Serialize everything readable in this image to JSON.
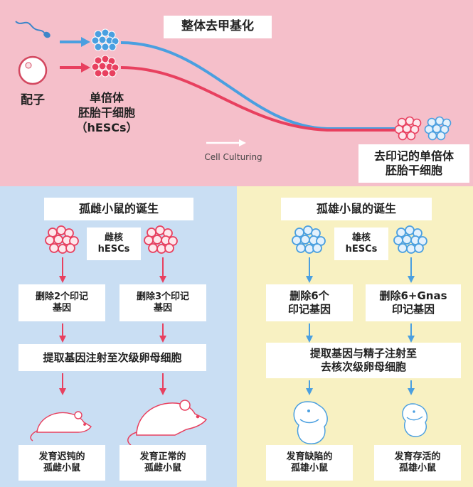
{
  "top": {
    "title": "整体去甲基化",
    "gamete": "配子",
    "hesc_line1": "单倍体",
    "hesc_line2": "胚胎干细胞",
    "hesc_line3": "（hESCs）",
    "culturing": "Cell Culturing",
    "result_line1": "去印记的单倍体",
    "result_line2": "胚胎干细胞"
  },
  "left": {
    "title": "孤雌小鼠的诞生",
    "core_line1": "雌核",
    "core_line2": "hESCs",
    "delete_a_line1": "删除2个印记",
    "delete_a_line2": "基因",
    "delete_b_line1": "删除3个印记",
    "delete_b_line2": "基因",
    "inject": "提取基因注射至次级卵母细胞",
    "outcome_a_line1": "发育迟钝的",
    "outcome_a_line2": "孤雌小鼠",
    "outcome_b_line1": "发育正常的",
    "outcome_b_line2": "孤雌小鼠"
  },
  "right": {
    "title": "孤雄小鼠的诞生",
    "core_line1": "雄核",
    "core_line2": "hESCs",
    "delete_a_line1": "删除6个",
    "delete_a_line2": "印记基因",
    "delete_b_line1": "删除6+Gnas",
    "delete_b_line2": "印记基因",
    "inject_line1": "提取基因与精子注射至",
    "inject_line2": "去核次级卵母细胞",
    "outcome_a_line1": "发育缺陷的",
    "outcome_a_line2": "孤雄小鼠",
    "outcome_b_line1": "发育存活的",
    "outcome_b_line2": "孤雄小鼠"
  },
  "colors": {
    "top_bg": "#f5bfca",
    "left_bg": "#c9def3",
    "right_bg": "#f8f1c2",
    "blue": "#4a9fe0",
    "red": "#e8405f",
    "white": "#ffffff"
  }
}
